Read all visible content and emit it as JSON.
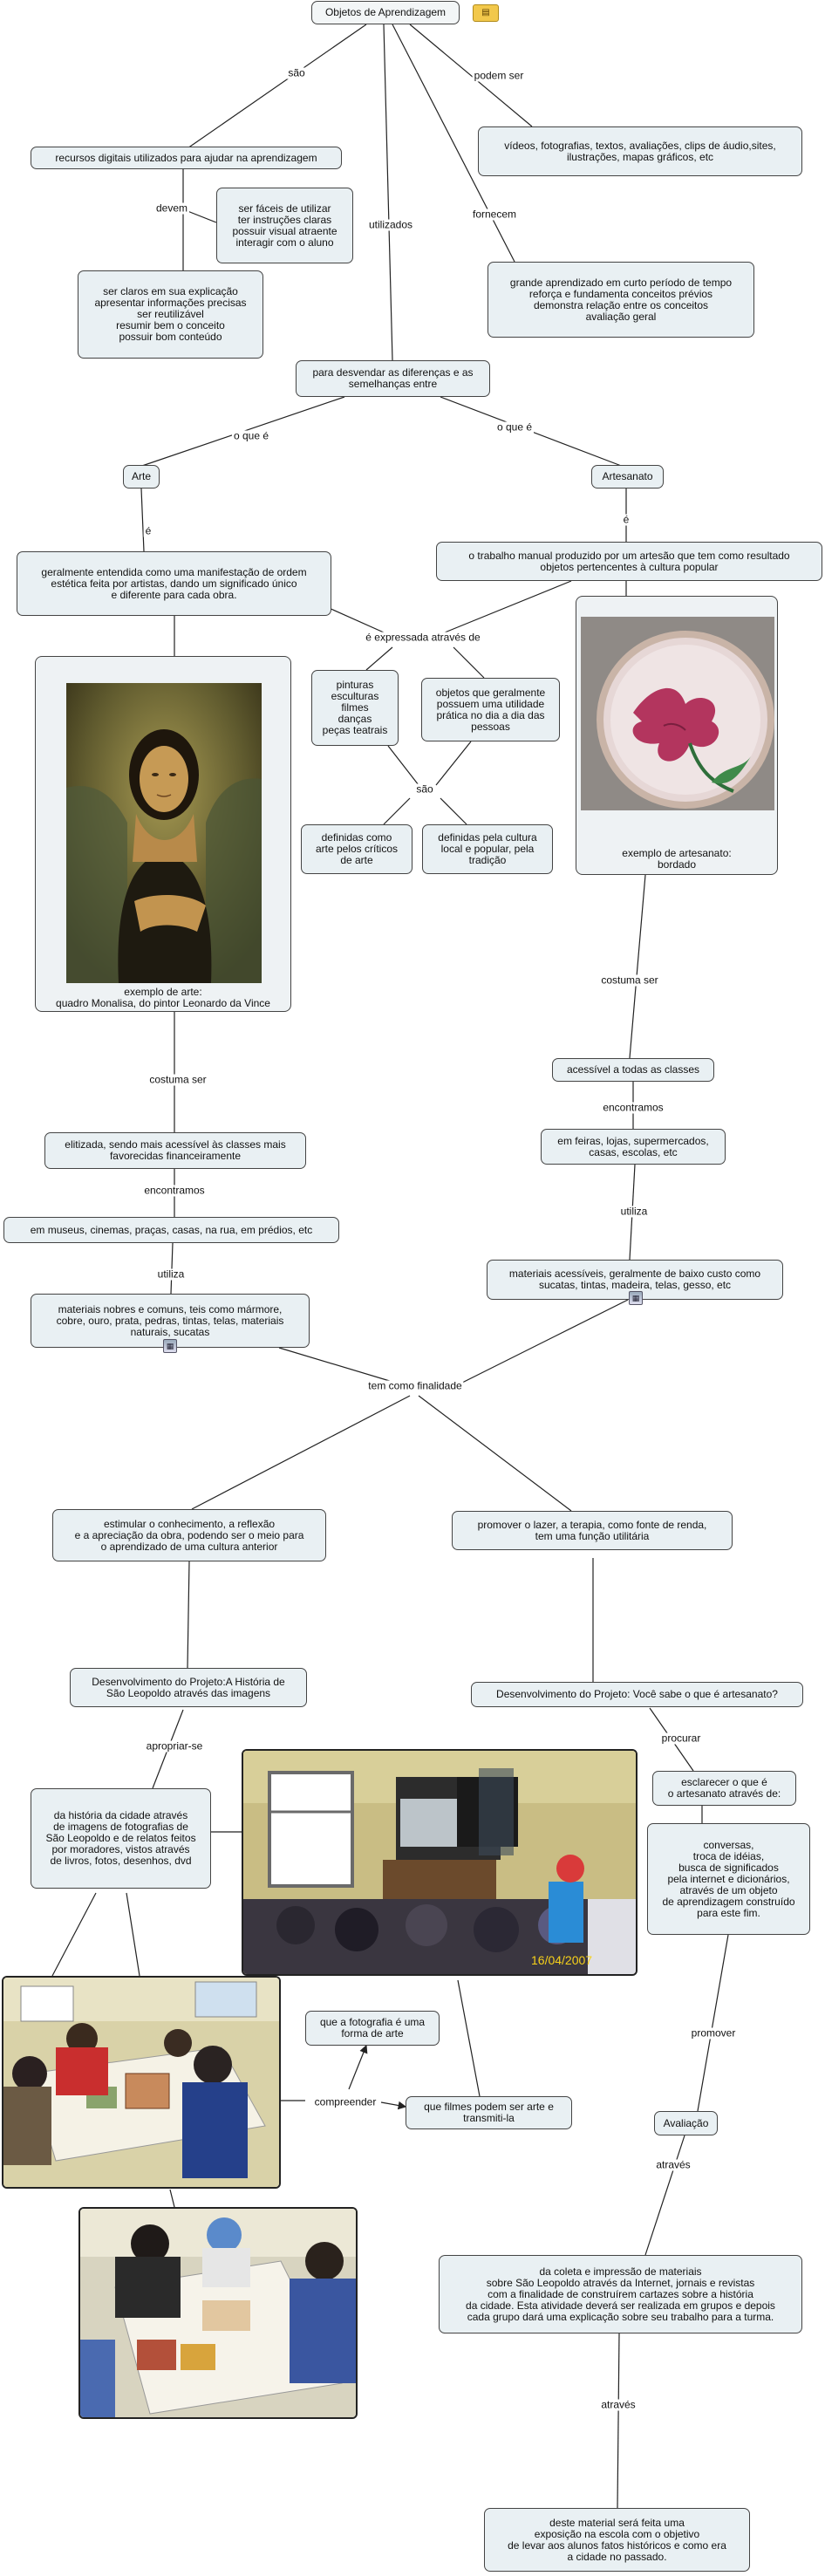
{
  "root": "Objetos de Aprendizagem",
  "labels": {
    "sao": "são",
    "podem_ser": "podem ser",
    "devem": "devem",
    "fornecem": "fornecem",
    "utilizados": "utilizados",
    "o_que_e_1": "o que é",
    "o_que_e_2": "o que é",
    "e_1": "é",
    "e_2": "é",
    "expressada": "é expressada através de",
    "sao_2": "são",
    "costuma_ser_1": "costuma ser",
    "costuma_ser_2": "costuma ser",
    "encontramos_1": "encontramos",
    "encontramos_2": "encontramos",
    "utiliza_1": "utiliza",
    "utiliza_2": "utiliza",
    "finalidade": "tem como finalidade",
    "apropriar": "apropriar-se",
    "procurar": "procurar",
    "compreender": "compreender",
    "promover": "promover",
    "atraves_1": "através",
    "atraves_2": "através"
  },
  "nodes": {
    "recursos": "recursos digitais utilizados para ajudar na aprendizagem",
    "videos": "vídeos, fotografias, textos, avaliações, clips de áudio,sites,\nilustrações, mapas gráficos, etc",
    "faceis": "ser fáceis de utilizar\nter instruções claras\npossuir visual atraente\ninteragir com o aluno",
    "claros": "ser claros em sua explicação\napresentar informações precisas\nser reutilizável\nresumir bem o conceito\npossuir bom conteúdo",
    "grande": "grande aprendizado em curto período de tempo\nreforça e fundamenta conceitos prévios\ndemonstra relação entre os conceitos\navaliação geral",
    "desvendar": "para desvendar as diferenças e as\nsemelhanças entre",
    "arte": "Arte",
    "artesanato": "Artesanato",
    "arte_def": "geralmente entendida como uma manifestação de ordem\nestética feita por artistas, dando um significado único\ne diferente para cada obra.",
    "artesanato_def": "o trabalho manual produzido por um artesão que tem como resultado\nobjetos pertencentes à cultura popular",
    "pinturas": "pinturas\nesculturas\nfilmes\ndanças\npeças teatrais",
    "objetos": "objetos que geralmente\npossuem uma utilidade\nprática no dia a dia das\npessoas",
    "def_criticos": "definidas como\narte pelos críticos\nde arte",
    "def_cultura": "definidas pela cultura\nlocal e popular, pela\ntradição",
    "acessivel": "acessível a todas as classes",
    "feiras": "em feiras, lojas, supermercados,\ncasas, escolas, etc",
    "materiais_acess": "materiais acessíveis, geralmente de baixo custo como\nsucatas, tintas, madeira, telas, gesso, etc",
    "elitizada": "elitizada, sendo mais acessível às classes mais\nfavorecidas financeiramente",
    "museus": "em museus, cinemas, praças, casas, na rua, em prédios, etc",
    "nobres": "materiais nobres e comuns, teis como mármore,\ncobre, ouro, prata, pedras, tintas, telas, materiais\nnaturais, sucatas",
    "estimular": "estimular o conhecimento, a reflexão\ne a apreciação da obra, podendo ser o meio para\no aprendizado de uma cultura anterior",
    "promover_lazer": "promover o lazer, a terapia, como fonte de renda,\ntem uma função utilitária",
    "proj_historia": "Desenvolvimento do Projeto:A História de\nSão Leopoldo através das imagens",
    "proj_artesanato": "Desenvolvimento do Projeto: Você sabe o que é artesanato?",
    "historia_cidade": "da história da cidade através\nde imagens de fotografias de\nSão Leopoldo e de relatos feitos\npor moradores, vistos através\nde livros, fotos, desenhos, dvd",
    "esclarecer": "esclarecer o que é\no artesanato através de:",
    "conversas": "conversas,\ntroca de idéias,\nbusca de significados\npela internet e dicionários,\natravés de um objeto\nde aprendizagem construído\npara este fim.",
    "fotografia_arte": "que a fotografia é uma\nforma de arte",
    "filmes_arte": "que filmes podem ser arte e\ntransmiti-la",
    "avaliacao": "Avaliação",
    "coleta": "da coleta e impressão de materiais\nsobre São Leopoldo através da Internet, jornais e revistas\ncom a finalidade de construírem cartazes sobre a história\nda cidade. Esta atividade deverá ser realizada em grupos e depois\ncada grupo dará uma explicação sobre seu trabalho para a turma.",
    "exposicao": "deste material será feita uma\nexposição na escola com o objetivo\nde levar aos alunos fatos históricos e como era\na cidade no passado."
  },
  "captions": {
    "monalisa": "exemplo de arte:\nquadro Monalisa, do pintor Leonardo da Vince",
    "bordado": "exemplo de artesanato:\nbordado"
  },
  "photo_stamp": "16/04/2007",
  "colors": {
    "node_fill": "#e9f0f3",
    "border": "#444444",
    "line": "#222222"
  }
}
